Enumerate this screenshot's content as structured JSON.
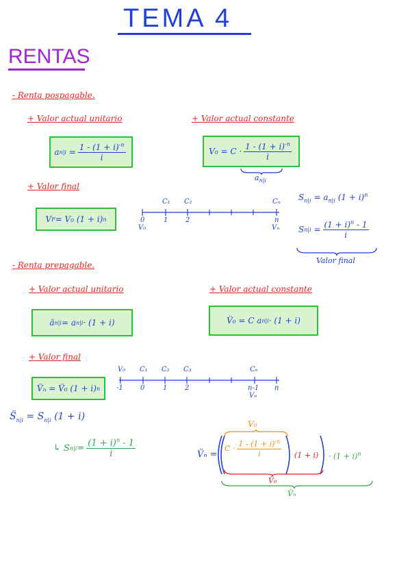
{
  "title": "TEMA 4",
  "heading": "RENTAS",
  "pospagable": {
    "label": "- Renta pospagable.",
    "va_unitario_label": "+ Valor actual unitario",
    "va_constante_label": "+ Valor actual constante",
    "va_unitario_lhs": "a",
    "va_unitario_sub": "n|i",
    "va_unitario_num": "1 - (1 + i)",
    "va_unitario_exp": "-n",
    "va_unitario_den": "i",
    "va_constante_lhs": "V₀ = C ·",
    "va_constante_num": "1 - (1 + i)",
    "va_constante_exp": "-n",
    "va_constante_den": "i",
    "va_constante_brace_label": "a",
    "va_constante_brace_sub": "n|i",
    "vf_label": "+ Valor final",
    "vf_formula": "V",
    "vf_sub": "F",
    "vf_rhs": " = V₀ (1 + i)",
    "vf_exp": "n",
    "timeline_top": [
      "C₁",
      "C₂",
      "Cₙ"
    ],
    "timeline_bottom": [
      "0",
      "1",
      "2",
      "n"
    ],
    "timeline_v0": "V₀",
    "timeline_vn": "Vₙ",
    "s_formula_lhs": "S",
    "s_formula_sub": "n|i",
    "s_formula_rhs": " = a",
    "s_formula_rhs_sub": "n|i",
    "s_formula_mult": " (1 + i)",
    "s_formula_exp": "n",
    "s2_lhs": "S",
    "s2_sub": "n|i",
    "s2_num": "(1 + i)",
    "s2_num_exp": "n",
    "s2_num_tail": " - 1",
    "s2_den": "i",
    "vf_brace_label": "Valor final"
  },
  "prepagable": {
    "label": "- Renta prepagable.",
    "va_unitario_label": "+ Valor actual unitario",
    "va_constante_label": "+ Valor actual constante",
    "va_unitario_formula": "ä",
    "va_unitario_sub": "n|i",
    "va_unitario_rhs": " = a",
    "va_unitario_rhs_sub": "n|i",
    "va_unitario_tail": " · (1 + i)",
    "va_constante_formula": "V̈₀ = C  a",
    "va_constante_sub": "n|i",
    "va_constante_tail": " · (1 + i)",
    "vf_label": "+ Valor final",
    "vf_formula": "V̈ₙ = V̈₀ (1 + i)",
    "vf_exp": "n",
    "timeline_top": [
      "V₀",
      "C₁",
      "C₂",
      "C₃",
      "Cₙ"
    ],
    "timeline_bottom": [
      "-1",
      "0",
      "1",
      "2",
      "n-1",
      "n"
    ],
    "timeline_vn": "Vₙ"
  },
  "s_pre": {
    "lhs": "S̈",
    "lhs_sub": "n|i",
    "rhs": " = S",
    "rhs_sub": "n|i",
    "tail": " (1 + i)",
    "arrow": "↳ S",
    "arrow_sub": "n|i",
    "arrow_eq": " =",
    "num": "(1 + i)",
    "num_exp": "n",
    "num_tail": " - 1",
    "den": "i"
  },
  "vn_expansion": {
    "lhs": "V̈ₙ =",
    "top_brace": "V₀",
    "inner_c": "C ·",
    "inner_num": "1 - (1 + i)",
    "inner_exp": "-n",
    "inner_den": "i",
    "mid": "(1 + i)",
    "outer": " · (1 + i)",
    "outer_exp": "n",
    "brace_red": "V̈₀",
    "brace_green": "V̈ₙ"
  },
  "colors": {
    "title": "#1f3fd8",
    "heading": "#a322d6",
    "section": "#e4231f",
    "formula": "#1f3fd8",
    "box_fill": "#d9f3cf",
    "box_border": "#2fbf3a",
    "green_text": "#2fa34a",
    "orange": "#f28b1a"
  }
}
